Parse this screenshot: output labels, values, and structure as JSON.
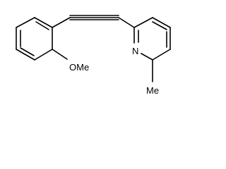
{
  "structure": {
    "methoxy_label": "OMe",
    "nitrogen_label": "N",
    "methyl_label": "Me"
  }
}
